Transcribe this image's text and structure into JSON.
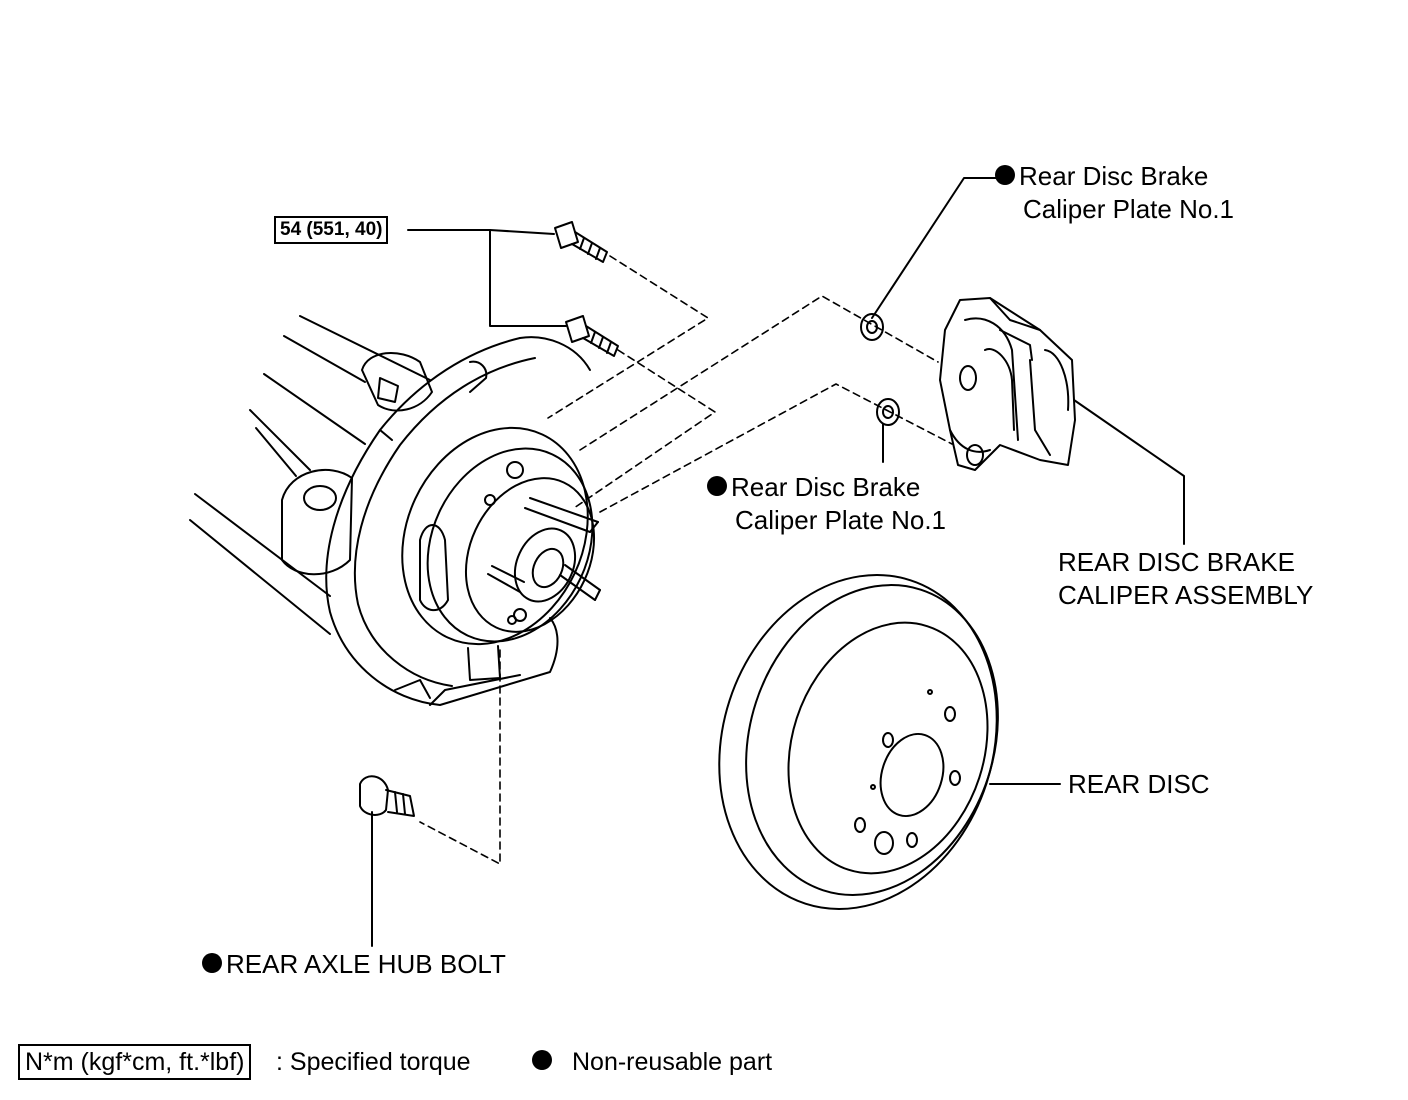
{
  "torque_callout": "54 (551, 40)",
  "labels": {
    "caliper_plate_upper": [
      "Rear Disc Brake",
      "Caliper Plate No.1"
    ],
    "caliper_plate_lower": [
      "Rear Disc Brake",
      "Caliper Plate No.1"
    ],
    "caliper_assembly": [
      "REAR DISC BRAKE",
      "CALIPER ASSEMBLY"
    ],
    "rear_disc": "REAR DISC",
    "hub_bolt": "REAR AXLE HUB BOLT"
  },
  "legend": {
    "torque_unit": "N*m (kgf*cm, ft.*lbf)",
    "torque_desc": ": Specified torque",
    "nonreusable_desc": "Non-reusable part"
  },
  "colors": {
    "line": "#000000",
    "background": "#ffffff"
  }
}
